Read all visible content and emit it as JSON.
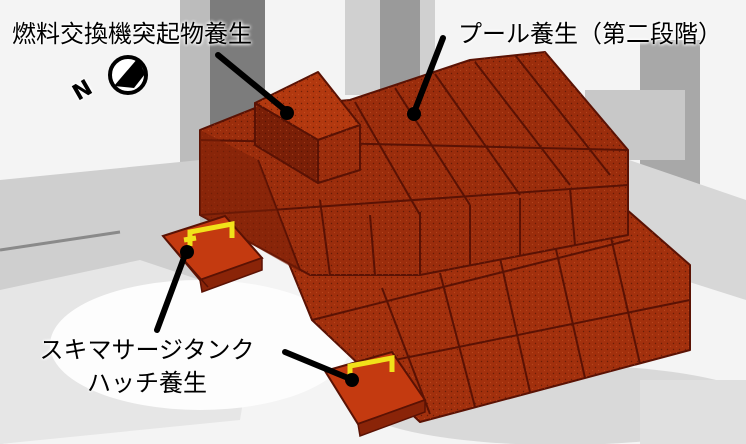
{
  "labels": {
    "protrusion_cover": "燃料交換機突起物養生",
    "pool_cover": "プール養生（第二段階）",
    "skimmer_line1": "スキマサージタンク",
    "skimmer_line2": "ハッチ養生",
    "north": "N"
  },
  "colors": {
    "cover": "#9b2d0c",
    "cover_dark": "#6a1706",
    "cover_top": "#b2380f",
    "hatch": "#c43a10",
    "rail": "#f1e21a",
    "background": "#e9e9e9",
    "floor_shadow": "#c9c9c9"
  }
}
